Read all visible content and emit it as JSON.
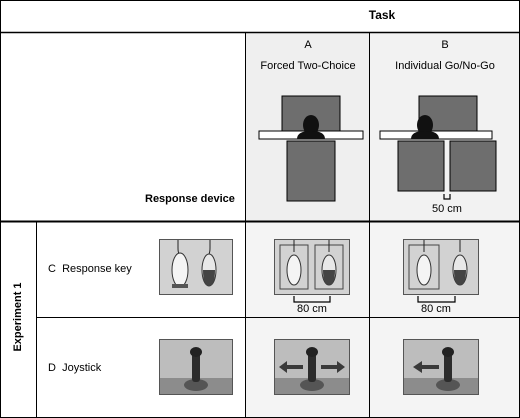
{
  "header": {
    "task_title": "Task"
  },
  "columns": {
    "a": {
      "letter": "A",
      "name": "Forced Two-Choice"
    },
    "b": {
      "letter": "B",
      "name": "Individual Go/No-Go"
    }
  },
  "row_header": {
    "response_device": "Response device",
    "distance_b": "50 cm"
  },
  "experiment": {
    "label": "Experiment 1"
  },
  "rows": {
    "c": {
      "letter": "C",
      "name": "Response key",
      "distance_a": "80 cm",
      "distance_b": "80 cm"
    },
    "d": {
      "letter": "D",
      "name": "Joystick"
    }
  },
  "colors": {
    "table_fill": "#6e6e6e",
    "monitor_fill": "#6e6e6e",
    "panel_bg": "#efefef",
    "photo_bg": "#d2d2d2",
    "joystick_bg": "#bdbdbd",
    "arrow": "#3a3a3a",
    "person": "#111111"
  }
}
